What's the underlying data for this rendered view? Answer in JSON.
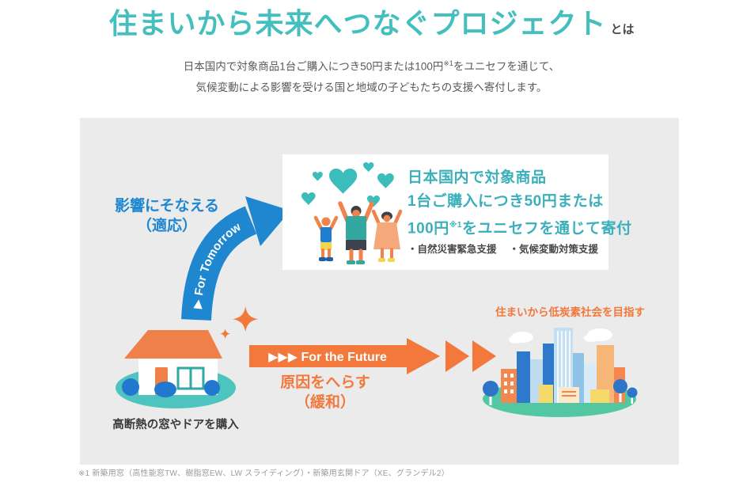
{
  "header": {
    "title": "住まいから未来へつなぐプロジェクト",
    "title_suffix": "とは",
    "description_line1_pre": "日本国内で対象商品1台ご購入につき50円または100円",
    "description_line1_sup": "※1",
    "description_line1_post": "をユニセフを通じて、",
    "description_line2": "気候変動による影響を受ける国と地域の子どもたちの支援へ寄付します。"
  },
  "diagram": {
    "adaptation_label_line1": "影響にそなえる",
    "adaptation_label_line2": "（適応）",
    "tomorrow_arrow_label": "▶ For Tomorrow",
    "donation_card": {
      "line1": "日本国内で対象商品",
      "line2": "1台ご購入につき50円または",
      "line3_pre": "100円",
      "line3_sup": "※1",
      "line3_post": "をユニセフを通じて寄付",
      "bullet1": "・自然災害緊急支援",
      "bullet2": "・気候変動対策支援"
    },
    "house_label": "高断熱の窓やドアを購入",
    "future_arrow_label": "▶▶▶ For the Future",
    "mitigation_label_line1": "原因をへらす",
    "mitigation_label_line2": "（緩和）",
    "city_label": "住まいから低炭素社会を目指す"
  },
  "footnote": "※1 新築用窓（高性能窓TW、樹脂窓EW、LW スライディング）・新築用玄関ドア（XE、グランデル2）",
  "colors": {
    "title_teal": "#45BEBE",
    "illustration_teal": "#3DBCBC",
    "donation_text_teal": "#3BB0BA",
    "arrow_blue": "#1E87D0",
    "arrow_orange": "#F2783C",
    "panel_gray": "#EBEBEB",
    "text_dark": "#4A4A4A",
    "city_ground_green": "#53C6A2"
  }
}
